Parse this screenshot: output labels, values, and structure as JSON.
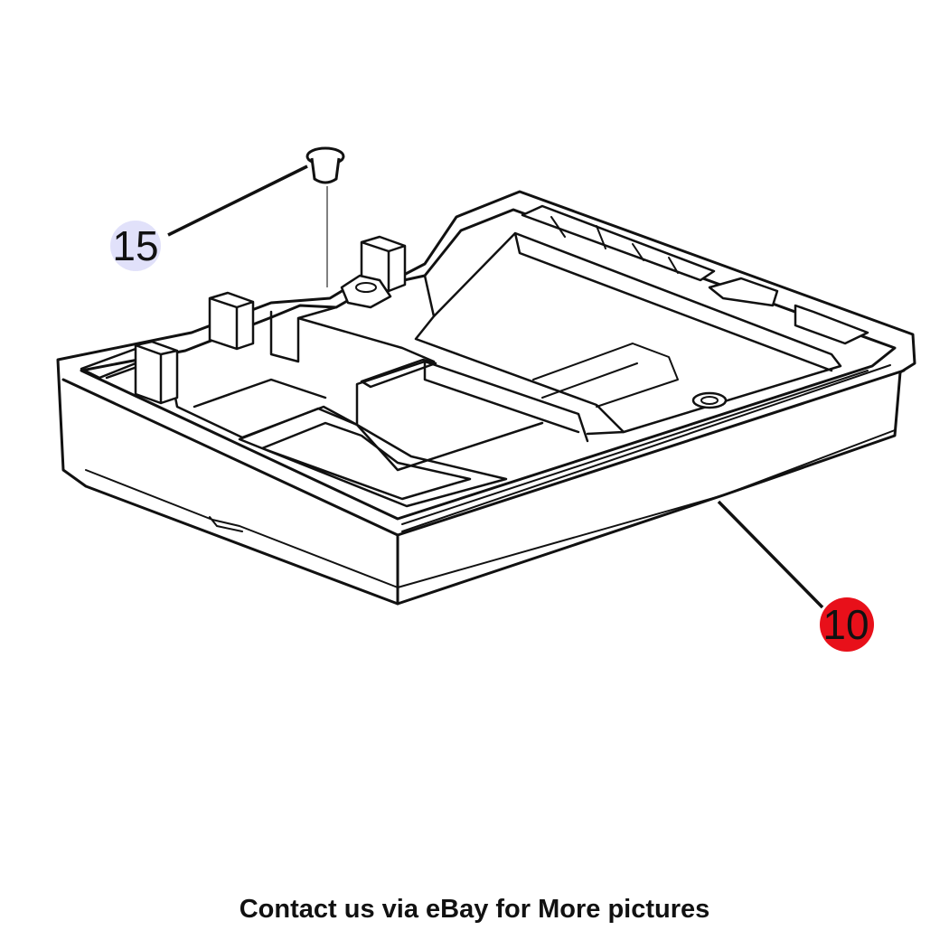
{
  "diagram": {
    "callouts": [
      {
        "id": "15",
        "label": "15",
        "highlight": false,
        "color": "#c9c9f5"
      },
      {
        "id": "10",
        "label": "10",
        "highlight": true,
        "color": "#e8101a"
      }
    ],
    "line_color": "#111111",
    "fill_color": "#ffffff"
  },
  "footer": {
    "text": "Contact us via eBay for More pictures"
  }
}
